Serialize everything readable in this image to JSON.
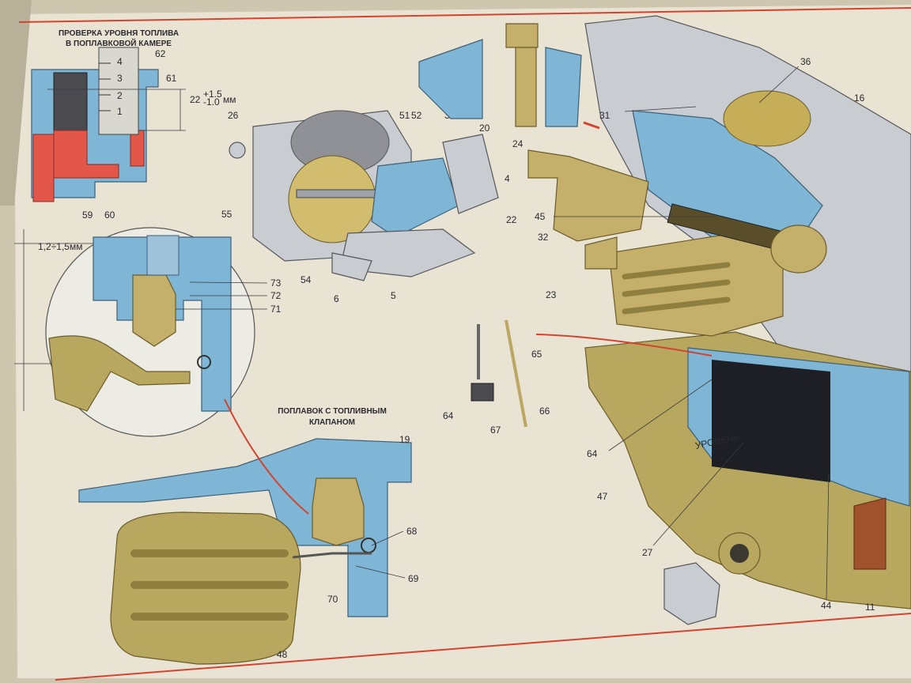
{
  "captions": {
    "level_check_line1": "ПРОВЕРКА УРОВНЯ ТОПЛИВА",
    "level_check_line2": "В ПОПЛАВКОВОЙ КАМЕРЕ",
    "float_line1": "ПОПЛАВОК С ТОПЛИВНЫМ",
    "float_line2": "КЛАПАНОМ"
  },
  "dimensions": {
    "level": "22",
    "level_tol_upper": "+1.5",
    "level_tol_lower": "-1.0",
    "level_unit": "мм",
    "clearance": "1,2÷1,5мм"
  },
  "ruler_ticks": [
    "1",
    "2",
    "3",
    "4"
  ],
  "bowl_text": "УРОВЕНЬ",
  "part_labels": {
    "p62": "62",
    "p61": "61",
    "p59": "59",
    "p60": "60",
    "p26": "26",
    "p55": "55",
    "p54": "54",
    "p6": "6",
    "p5": "5",
    "p51": "51",
    "p52": "52",
    "p3": "3",
    "p20": "20",
    "p4": "4",
    "p22": "22",
    "p73": "73",
    "p72": "72",
    "p71": "71",
    "p65": "65",
    "p64a": "64",
    "p67": "67",
    "p66": "66",
    "p19": "19",
    "p68": "68",
    "p69": "69",
    "p70": "70",
    "p48": "48",
    "p24": "24",
    "p45": "45",
    "p32": "32",
    "p23": "23",
    "p31": "31",
    "p36": "36",
    "p16": "16",
    "p64b": "64",
    "p47": "47",
    "p27": "27",
    "p44": "44",
    "p11": "11"
  },
  "colors": {
    "paper": "#e9e3d3",
    "metal_blue": "#7fb6d6",
    "brass": "#c4b06a",
    "fuel_red": "#e2574a",
    "border_red": "#d2442f"
  }
}
